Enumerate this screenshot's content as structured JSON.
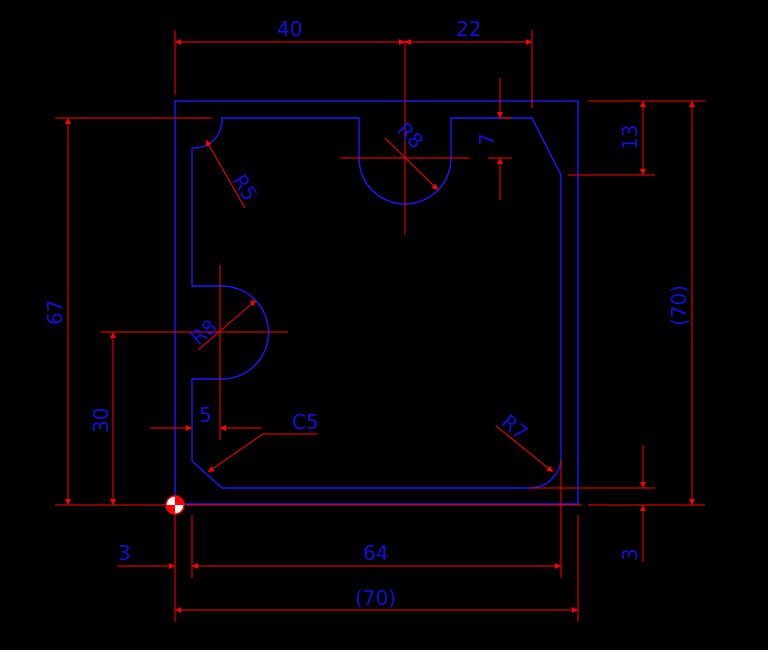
{
  "drawing": {
    "colors": {
      "background": "#000000",
      "outline": "#1a1aff",
      "dimension_line": "#ff0000",
      "dimension_text": "#1010d8"
    },
    "dimensions": {
      "top_40": "40",
      "top_22": "22",
      "notch_7": "7",
      "right_13": "13",
      "right_70": "(70)",
      "left_67": "67",
      "left_30": "30",
      "bottom_3_left": "3",
      "bottom_64": "64",
      "bottom_70": "(70)",
      "right_3": "3",
      "slot_5": "5"
    },
    "radii": {
      "top_slot": "R8",
      "left_slot": "R8",
      "top_left_corner": "R5",
      "bottom_right_corner": "R7"
    },
    "chamfer": "C5",
    "origin_marker": "origin-marker"
  }
}
